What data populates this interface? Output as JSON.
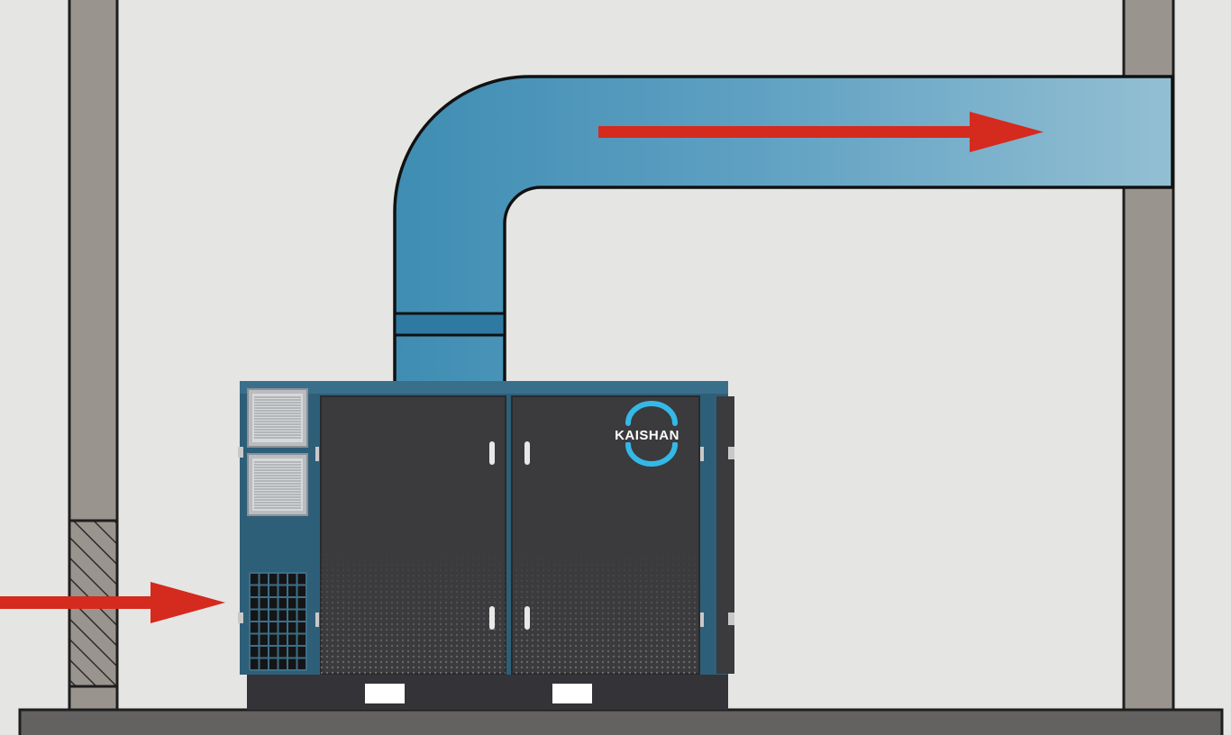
{
  "brand": {
    "logo_text": "KAISHAN",
    "logo_ring_color": "#35b8e6"
  },
  "colors": {
    "background": "#e5e5e4",
    "wall": "#9a948f",
    "floor": "#646260",
    "duct_dark": "#3f8db3",
    "duct_light": "#93bfd3",
    "airflow_arrow": "#d52a1e",
    "compressor_frame": "#2e5f79",
    "compressor_panel": "#3b3a3d",
    "compressor_base": "#343438"
  },
  "airflow": {
    "inlet": "cool-air-intake-arrow",
    "outlet": "hot-air-exhaust-arrow"
  }
}
